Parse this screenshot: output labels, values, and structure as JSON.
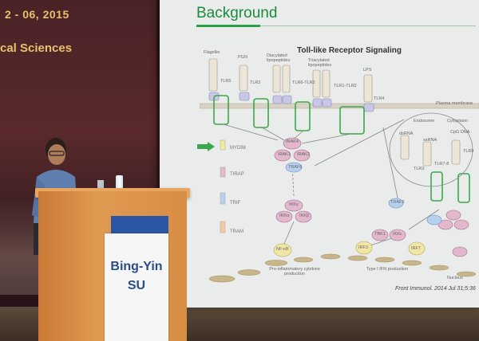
{
  "banner": {
    "date_text": "2 - 06, 2015",
    "title_text": "cal Sciences"
  },
  "slide": {
    "title": "Background",
    "diagram_title": "Toll-like Receptor Signaling",
    "ligands": [
      "Flagellin",
      "PGN",
      "Diacylated lipopeptides",
      "Triacylated lipopeptides",
      "LPS"
    ],
    "receptors": [
      "TLR5",
      "TLR2",
      "TLR6-TLR2",
      "TLR1-TLR2",
      "TLR4"
    ],
    "membrane_label": "Plasma membrane",
    "endosome_label": "Endosome",
    "cytoplasm_label": "Cytoplasm",
    "adaptors": [
      "MYD88",
      "TIRAP",
      "TRIF",
      "TRAM"
    ],
    "endo_ligands": [
      "dsRNA",
      "ssRNA",
      "CpG DNA"
    ],
    "endo_receptors": [
      "TLR3",
      "TLR7-8",
      "TLR9"
    ],
    "nodes": [
      "IRAK4",
      "IRAK1",
      "IRAK2",
      "TRAF6",
      "IKKβ",
      "IKKα",
      "IKKγ",
      "TBK1",
      "IKKε",
      "TRAF3",
      "IRF3",
      "IRF7",
      "NF-κB"
    ],
    "outputs": [
      "Pro-inflammatory cytokine production",
      "Type I IFN production"
    ],
    "nucleus_label": "Nucleus",
    "citation": "Front Immunol. 2014 Jul 31;5:36"
  },
  "podium": {
    "name_line1": "Bing-Yin",
    "name_line2": "SU"
  },
  "colors": {
    "title_green": "#1a8c3a",
    "podium_orange": "#d88d44",
    "name_blue": "#2a4d8a",
    "banner_gold": "#e8c070",
    "arrow_green": "#3aa84a"
  }
}
